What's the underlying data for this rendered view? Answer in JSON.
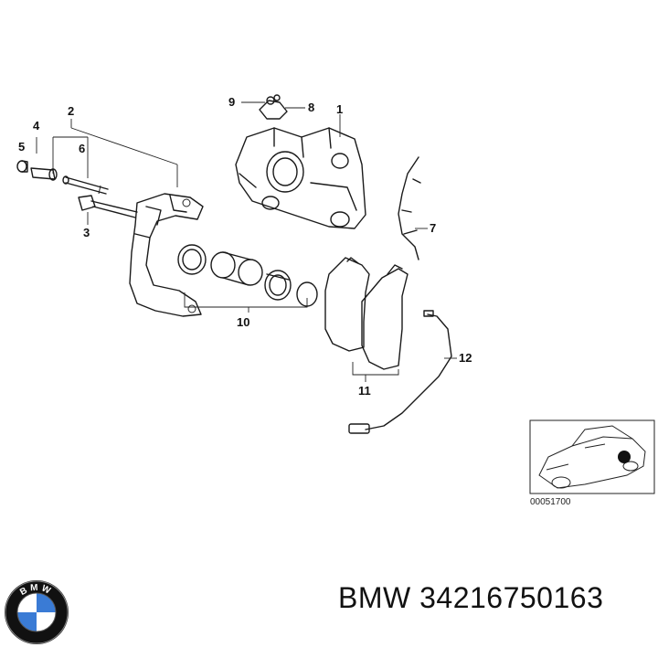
{
  "callouts": [
    "1",
    "2",
    "3",
    "4",
    "5",
    "6",
    "7",
    "8",
    "9",
    "10",
    "11",
    "12"
  ],
  "inset": {
    "code": "00051700"
  },
  "logo": {
    "name": "bmw-roundel-icon",
    "letters": "BMW",
    "colors": {
      "blue": "#3a7bd5",
      "dark": "#111111"
    }
  },
  "caption": {
    "brand": "BMW",
    "part_number": "34216750163"
  }
}
